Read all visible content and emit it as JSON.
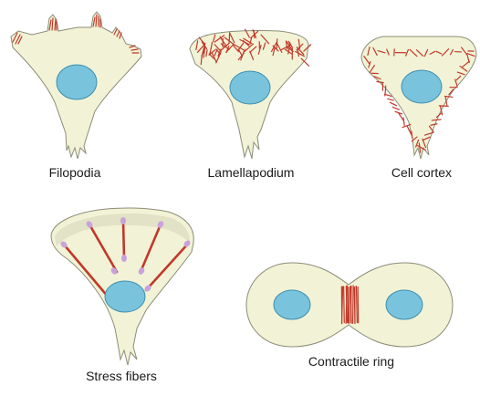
{
  "colors": {
    "cytoplasm": "#f2f3d6",
    "cell_outline": "#8c8c78",
    "nucleus": "#79c3dd",
    "nucleus_outline": "#3f8fae",
    "actin": "#c0392b",
    "focal_adhesion": "#c9a2dc",
    "cortex_band": "#e2e2c6"
  },
  "panels": [
    {
      "id": "filopodia",
      "label": "Filopodia"
    },
    {
      "id": "lamellapodium",
      "label": "Lamellapodium"
    },
    {
      "id": "cell-cortex",
      "label": "Cell cortex"
    },
    {
      "id": "stress-fibers",
      "label": "Stress fibers"
    },
    {
      "id": "contractile-ring",
      "label": "Contractile ring"
    }
  ]
}
